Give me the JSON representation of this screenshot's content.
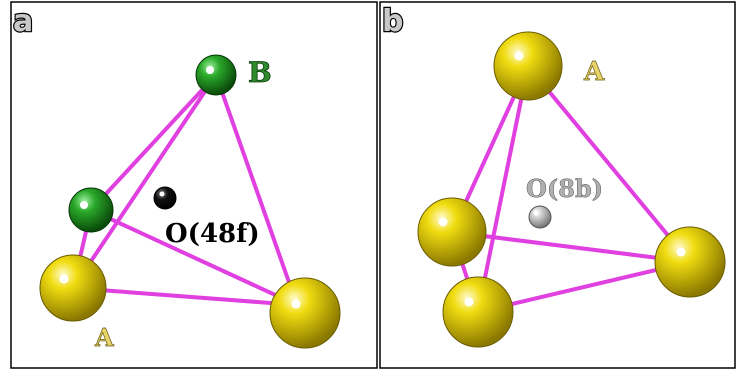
{
  "panels": [
    {
      "label": "a",
      "atom_labels": {
        "B": "B",
        "O": "O(48f)",
        "A": "A"
      },
      "colors": {
        "A": "#e6d200",
        "B": "#1a8a1a",
        "O": "#000000",
        "bond": "#e040e0",
        "label_B": "#2e8b2e",
        "label_O": "#000000",
        "label_A": "#e6d36a"
      }
    },
    {
      "label": "b",
      "atom_labels": {
        "A": "A",
        "O": "O(8b)"
      },
      "colors": {
        "A": "#e6d200",
        "O": "#b5b5b5",
        "bond": "#e040e0",
        "label_O": "#b0b0b0",
        "label_A": "#e6d36a"
      }
    }
  ]
}
